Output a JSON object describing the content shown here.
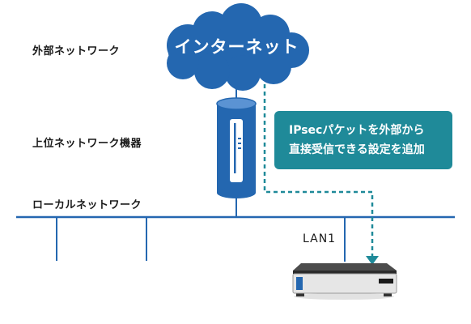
{
  "labels": {
    "external_network": "外部ネットワーク",
    "upper_network_device": "上位ネットワーク機器",
    "local_network": "ローカルネットワーク",
    "lan_port": "LAN1"
  },
  "cloud": {
    "text": "インターネット",
    "color": "#2467b0"
  },
  "callout": {
    "line1": "IPsecパケットを外部から",
    "line2": "直接受信できる設定を追加",
    "color": "#1f8a99"
  },
  "colors": {
    "network_line": "#2467b0",
    "dashed_path": "#1f8a99"
  }
}
